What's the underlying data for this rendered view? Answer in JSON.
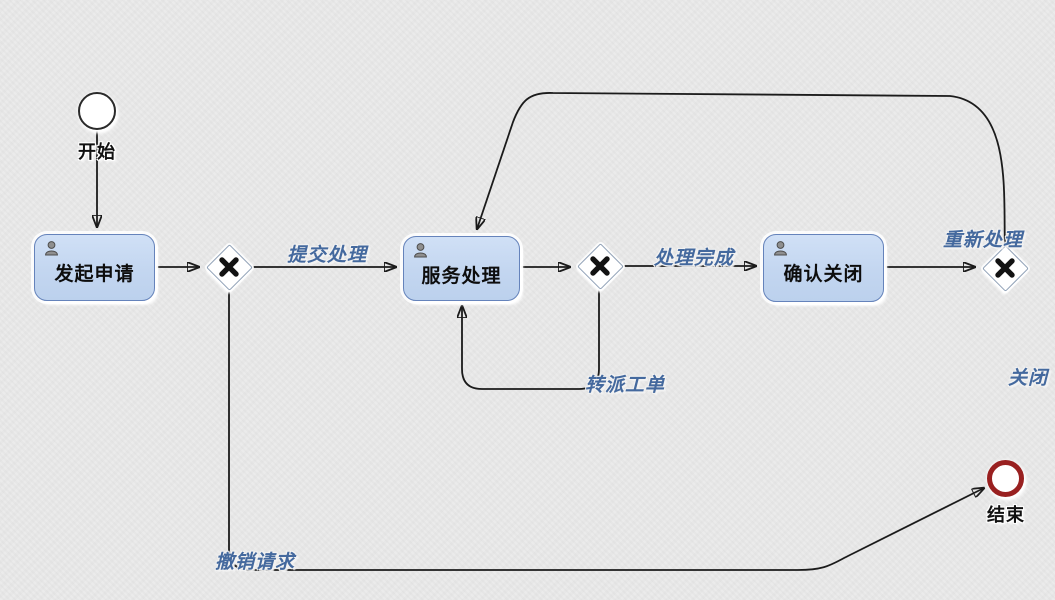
{
  "diagram": {
    "title": "service-request-workflow",
    "nodes": {
      "start": {
        "type": "start-event",
        "label": "开始"
      },
      "task_initiate": {
        "type": "user-task",
        "label": "发起申请"
      },
      "gateway_1": {
        "type": "exclusive-gateway",
        "label": ""
      },
      "task_service": {
        "type": "user-task",
        "label": "服务处理"
      },
      "gateway_2": {
        "type": "exclusive-gateway",
        "label": ""
      },
      "task_confirm": {
        "type": "user-task",
        "label": "确认关闭"
      },
      "gateway_3": {
        "type": "exclusive-gateway",
        "label": ""
      },
      "end": {
        "type": "end-event",
        "label": "结束"
      }
    },
    "edges": {
      "submit": {
        "label": "提交处理",
        "from": "gateway_1",
        "to": "task_service"
      },
      "complete": {
        "label": "处理完成",
        "from": "gateway_2",
        "to": "task_confirm"
      },
      "reprocess": {
        "label": "重新处理",
        "from": "gateway_3",
        "to": "task_service"
      },
      "transfer": {
        "label": "转派工单",
        "from": "gateway_2",
        "to": "task_service"
      },
      "close": {
        "label": "关闭",
        "from": "gateway_3",
        "to": "end"
      },
      "cancel": {
        "label": "撤销请求",
        "from": "gateway_1",
        "to": "end"
      }
    },
    "colors": {
      "background": "#e9e9e9",
      "task_fill": "#c6d8f2",
      "task_border": "#6583bb",
      "gateway_border": "#8fa0b6",
      "edge_label_blue": "#44699e",
      "end_event_red": "#992020",
      "line": "#1b1b1b"
    }
  }
}
